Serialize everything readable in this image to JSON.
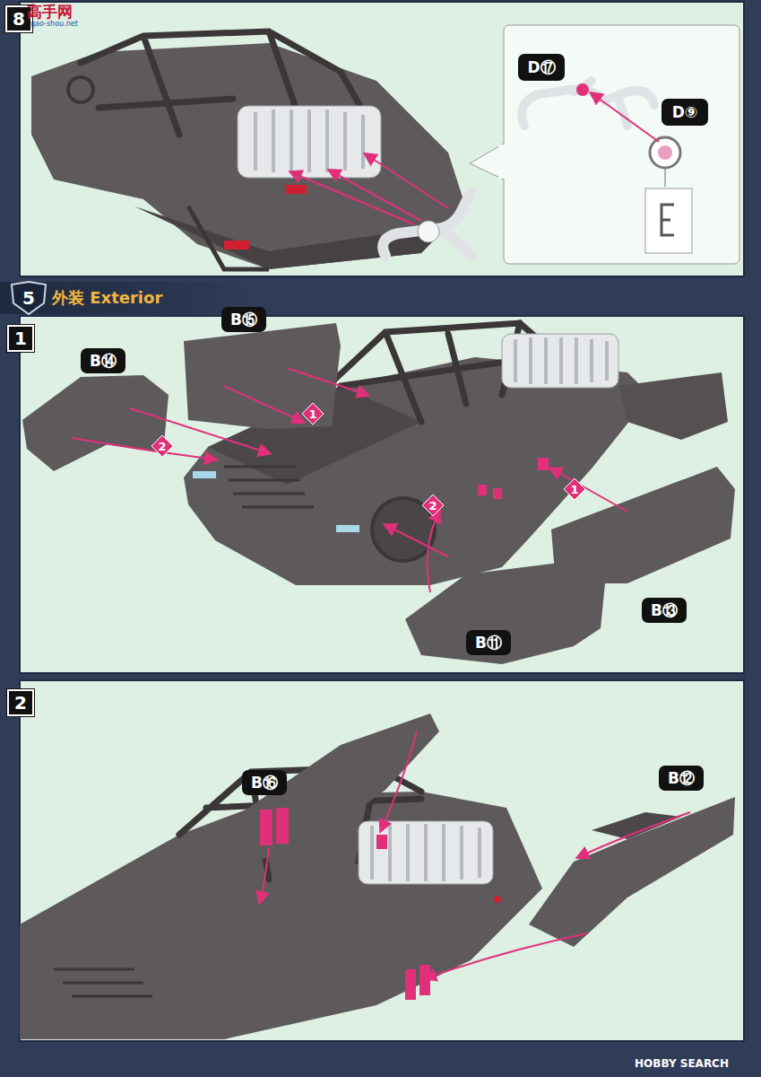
{
  "diagram": {
    "nodes": [
      {
        "text": [
          "8"
        ]
      },
      {
        "text": [
          "D⑰"
        ]
      },
      {
        "text": [
          "D⑨"
        ]
      },
      {
        "text": [
          "5"
        ]
      },
      {
        "text": [
          "外装 Exterior"
        ]
      },
      {
        "text": [
          "1"
        ]
      },
      {
        "text": [
          "B⑮"
        ]
      },
      {
        "text": [
          "B⑭"
        ]
      },
      {
        "text": [
          "1"
        ]
      },
      {
        "text": [
          "2"
        ]
      },
      {
        "text": [
          "1"
        ]
      },
      {
        "text": [
          "2"
        ]
      },
      {
        "text": [
          "B⑬"
        ]
      },
      {
        "text": [
          "B⑪"
        ]
      },
      {
        "text": [
          "2"
        ]
      },
      {
        "text": [
          "B⑯"
        ]
      },
      {
        "text": [
          "B⑫"
        ]
      }
    ],
    "labels": [
      "高手网",
      "gao-shou.net",
      "HOBBY SEARCH"
    ]
  }
}
